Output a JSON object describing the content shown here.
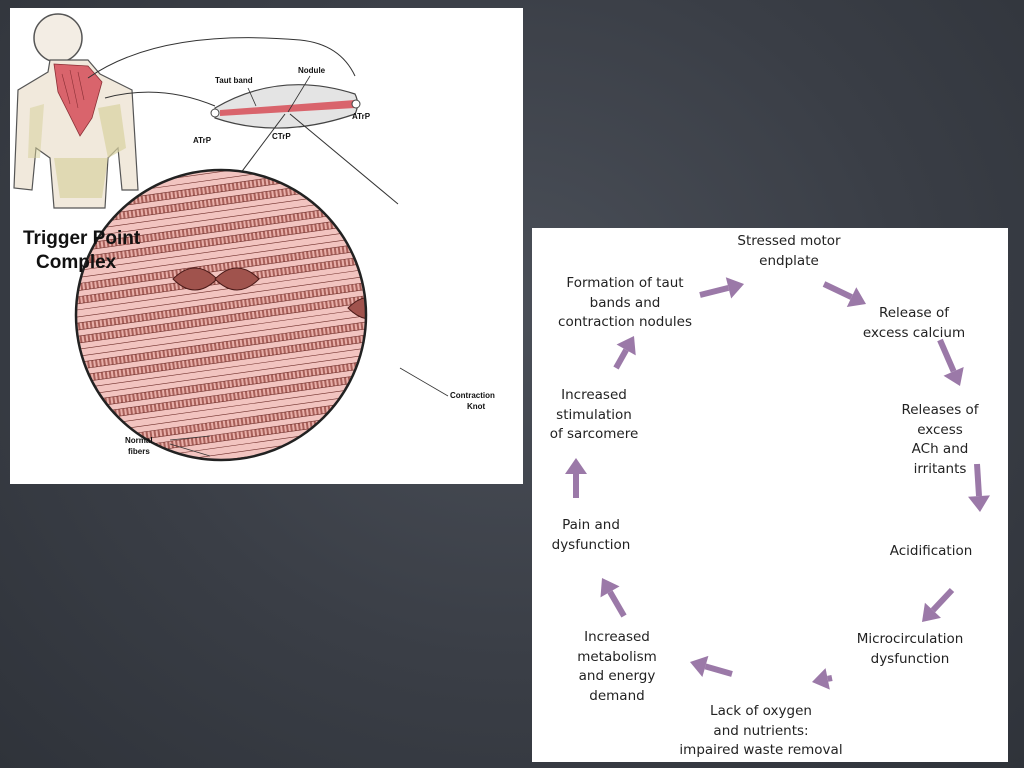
{
  "left_figure": {
    "title_lines": [
      "Trigger Point",
      "Complex"
    ],
    "labels": {
      "taut_band": "Taut band",
      "nodule": "Nodule",
      "atrp_left": "ATrP",
      "ctrp": "CTrP",
      "atrp_right": "ATrP",
      "contraction_knot": [
        "Contraction",
        "Knot"
      ],
      "normal_fibers": [
        "Normal",
        "fibers"
      ]
    },
    "colors": {
      "muscle": "#d9646c",
      "fiber_pink": "#f2c4c0",
      "fiber_stripe": "#b0645e",
      "skin": "#f1e9dc"
    }
  },
  "cycle": {
    "arrow_color": "#9b79a8",
    "nodes": [
      {
        "id": "stressed-motor-endplate",
        "lines": [
          "Stressed motor",
          "endplate"
        ]
      },
      {
        "id": "release-of-excess-calcium",
        "lines": [
          "Release of",
          "excess calcium"
        ]
      },
      {
        "id": "releases-of-excess-ach",
        "lines": [
          "Releases of",
          "excess",
          "ACh and",
          "irritants"
        ]
      },
      {
        "id": "acidification",
        "lines": [
          "Acidification"
        ]
      },
      {
        "id": "microcirculation-dysfunction",
        "lines": [
          "Microcirculation",
          "dysfunction"
        ]
      },
      {
        "id": "lack-of-oxygen",
        "lines": [
          "Lack of oxygen",
          "and nutrients:",
          "impaired waste removal"
        ]
      },
      {
        "id": "increased-metabolism",
        "lines": [
          "Increased",
          "metabolism",
          "and energy",
          "demand"
        ]
      },
      {
        "id": "pain-and-dysfunction",
        "lines": [
          "Pain and",
          "dysfunction"
        ]
      },
      {
        "id": "increased-stimulation",
        "lines": [
          "Increased",
          "stimulation",
          "of sarcomere"
        ]
      },
      {
        "id": "formation-of-taut-bands",
        "lines": [
          "Formation of taut",
          "bands and",
          "contraction nodules"
        ]
      }
    ]
  }
}
